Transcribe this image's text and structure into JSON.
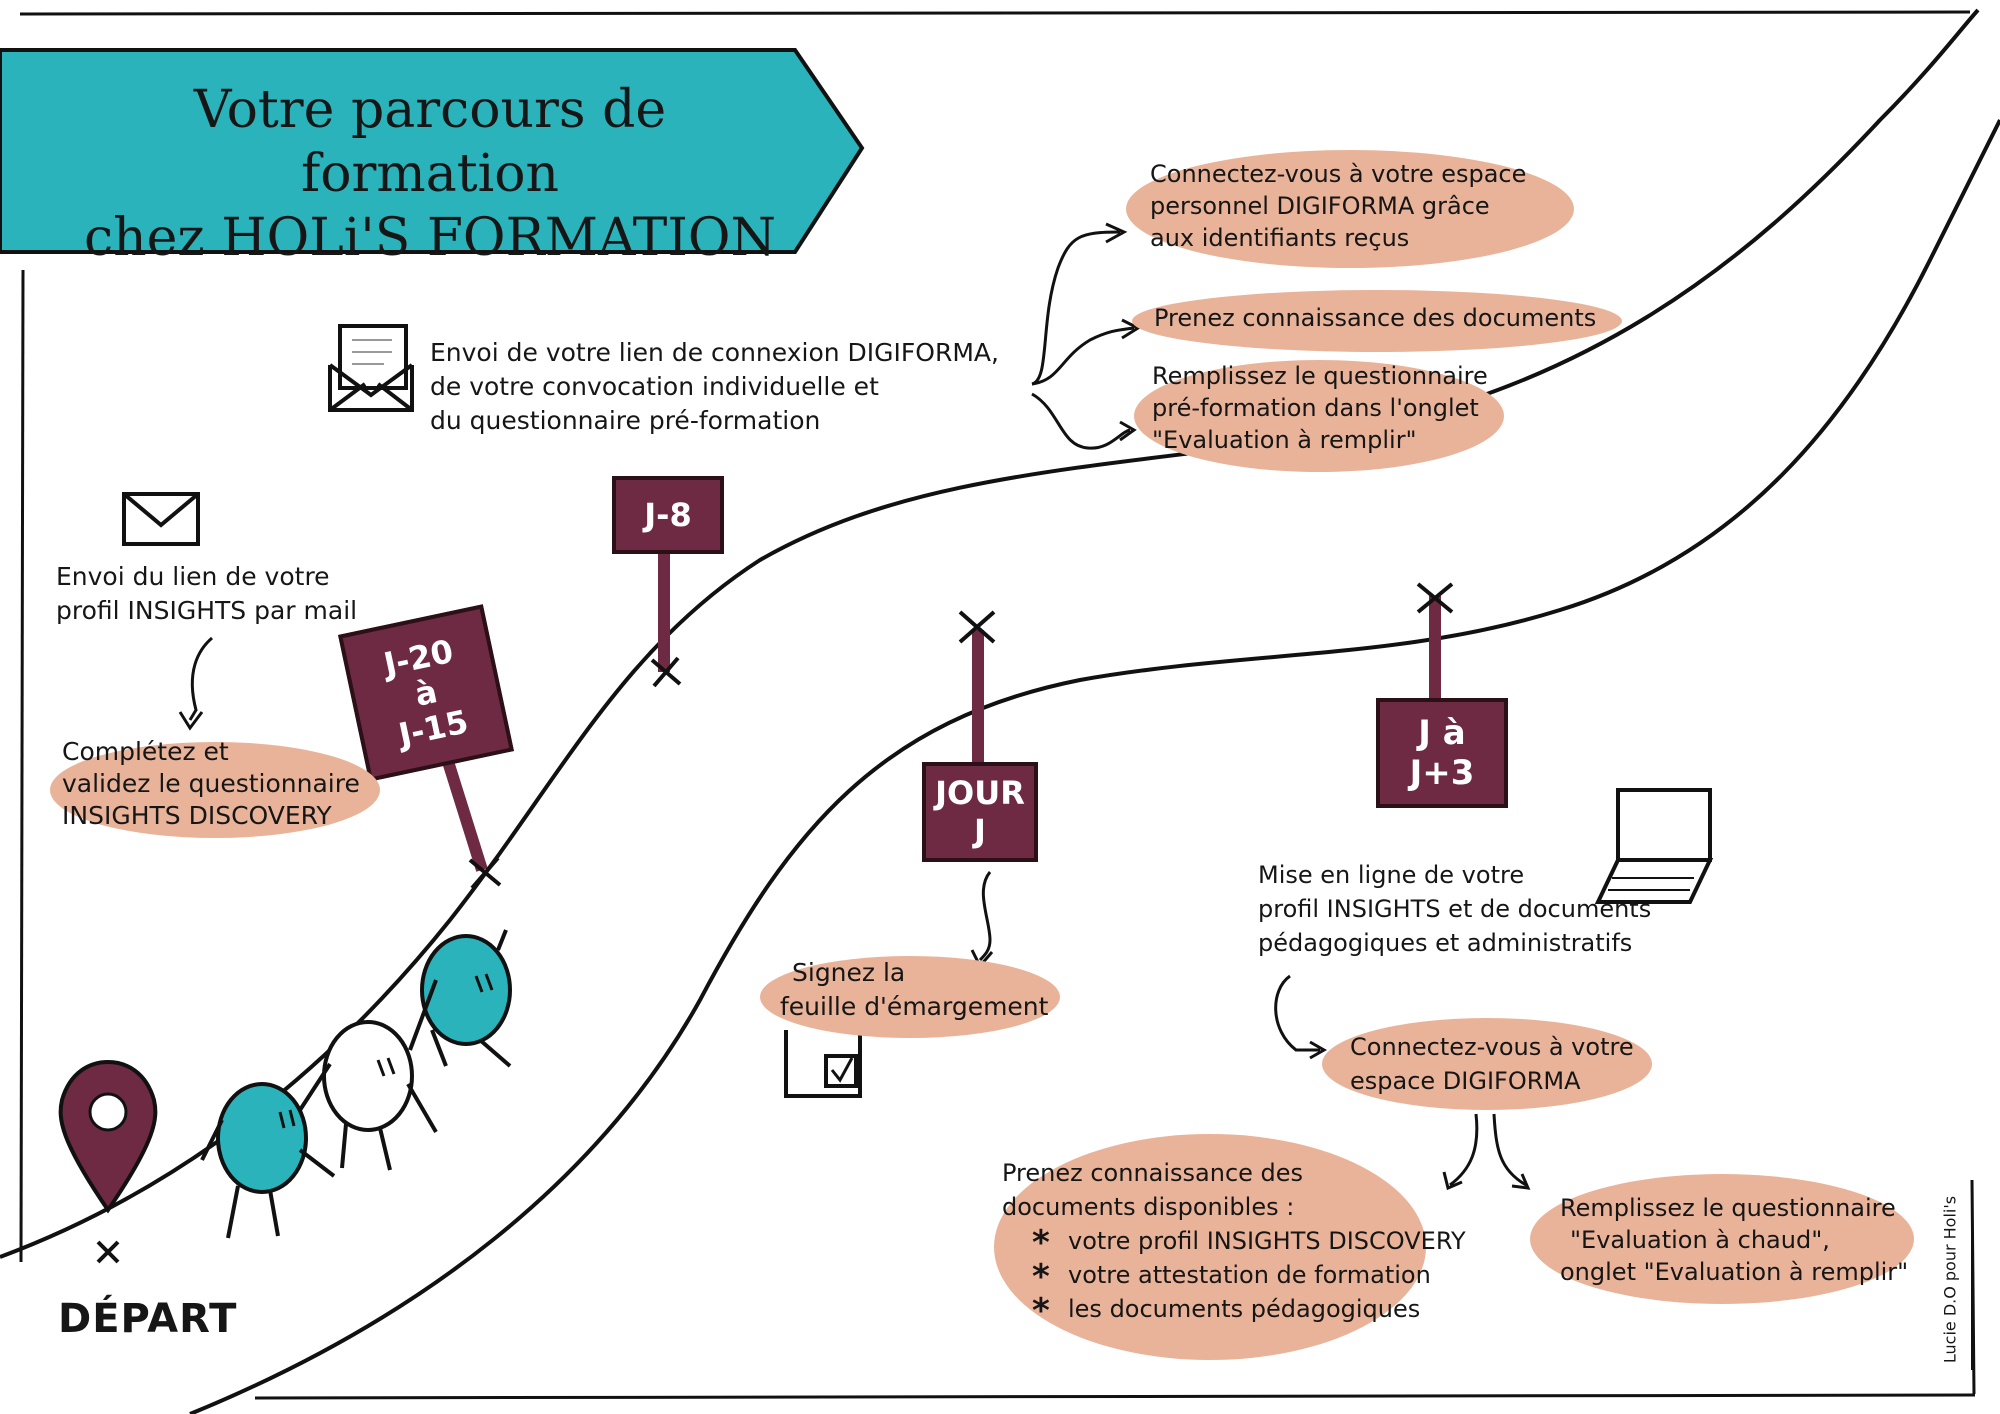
{
  "title": {
    "line1": "Votre parcours de formation",
    "line2": "chez HOLi'S FORMATION"
  },
  "colors": {
    "banner": "#2ab3bb",
    "sign": "#6e2a42",
    "bubble": "#e9b39a",
    "character_teal": "#2ab3bb",
    "character_white": "#ffffff"
  },
  "signs": {
    "j20": "J-20\nà\nJ-15",
    "j8": "J-8",
    "jour": "JOUR\nJ",
    "ja": "J à\nJ+3"
  },
  "steps": {
    "insights_mail": {
      "icon": "envelope-icon",
      "text_line1": "Envoi du lien de votre",
      "text_line2": "profil INSIGHTS par mail"
    },
    "insights_questionnaire": {
      "line1": "Complétez et",
      "line2": "validez le questionnaire",
      "line3": "INSIGHTS DISCOVERY"
    },
    "j8_send": {
      "icon": "open-envelope-icon",
      "line1": "Envoi de votre lien de connexion DIGIFORMA,",
      "line2": "de votre convocation individuelle et",
      "line3": "du questionnaire pré-formation"
    },
    "j8_actions": [
      {
        "line1": "Connectez-vous à votre espace",
        "line2": "personnel DIGIFORMA grâce",
        "line3": "aux identifiants reçus"
      },
      {
        "line1": "Prenez connaissance des documents"
      },
      {
        "line1": "Remplissez le questionnaire",
        "line2": "pré-formation dans l'onglet",
        "line3": "\"Evaluation à remplir\""
      }
    ],
    "jour_sign": {
      "line1": "Signez la",
      "line2": "feuille d'émargement",
      "icon": "checkbox-icon"
    },
    "post": {
      "icon": "laptop-icon",
      "line1": "Mise en ligne de votre",
      "line2": "profil INSIGHTS et de documents",
      "line3": "pédagogiques et administratifs",
      "connect_line1": "Connectez-vous à votre",
      "connect_line2": "espace DIGIFORMA",
      "docs_title_line1": "Prenez connaissance des",
      "docs_title_line2": "documents disponibles :",
      "docs_items": [
        "votre profil INSIGHTS DISCOVERY",
        "votre attestation de formation",
        "les documents pédagogiques"
      ],
      "eval_line1": "Remplissez le questionnaire",
      "eval_line2": "\"Evaluation à chaud\",",
      "eval_line3": "onglet \"Evaluation à remplir\""
    }
  },
  "start_label": "DÉPART",
  "credit": "Lucie D.O pour Holi's"
}
